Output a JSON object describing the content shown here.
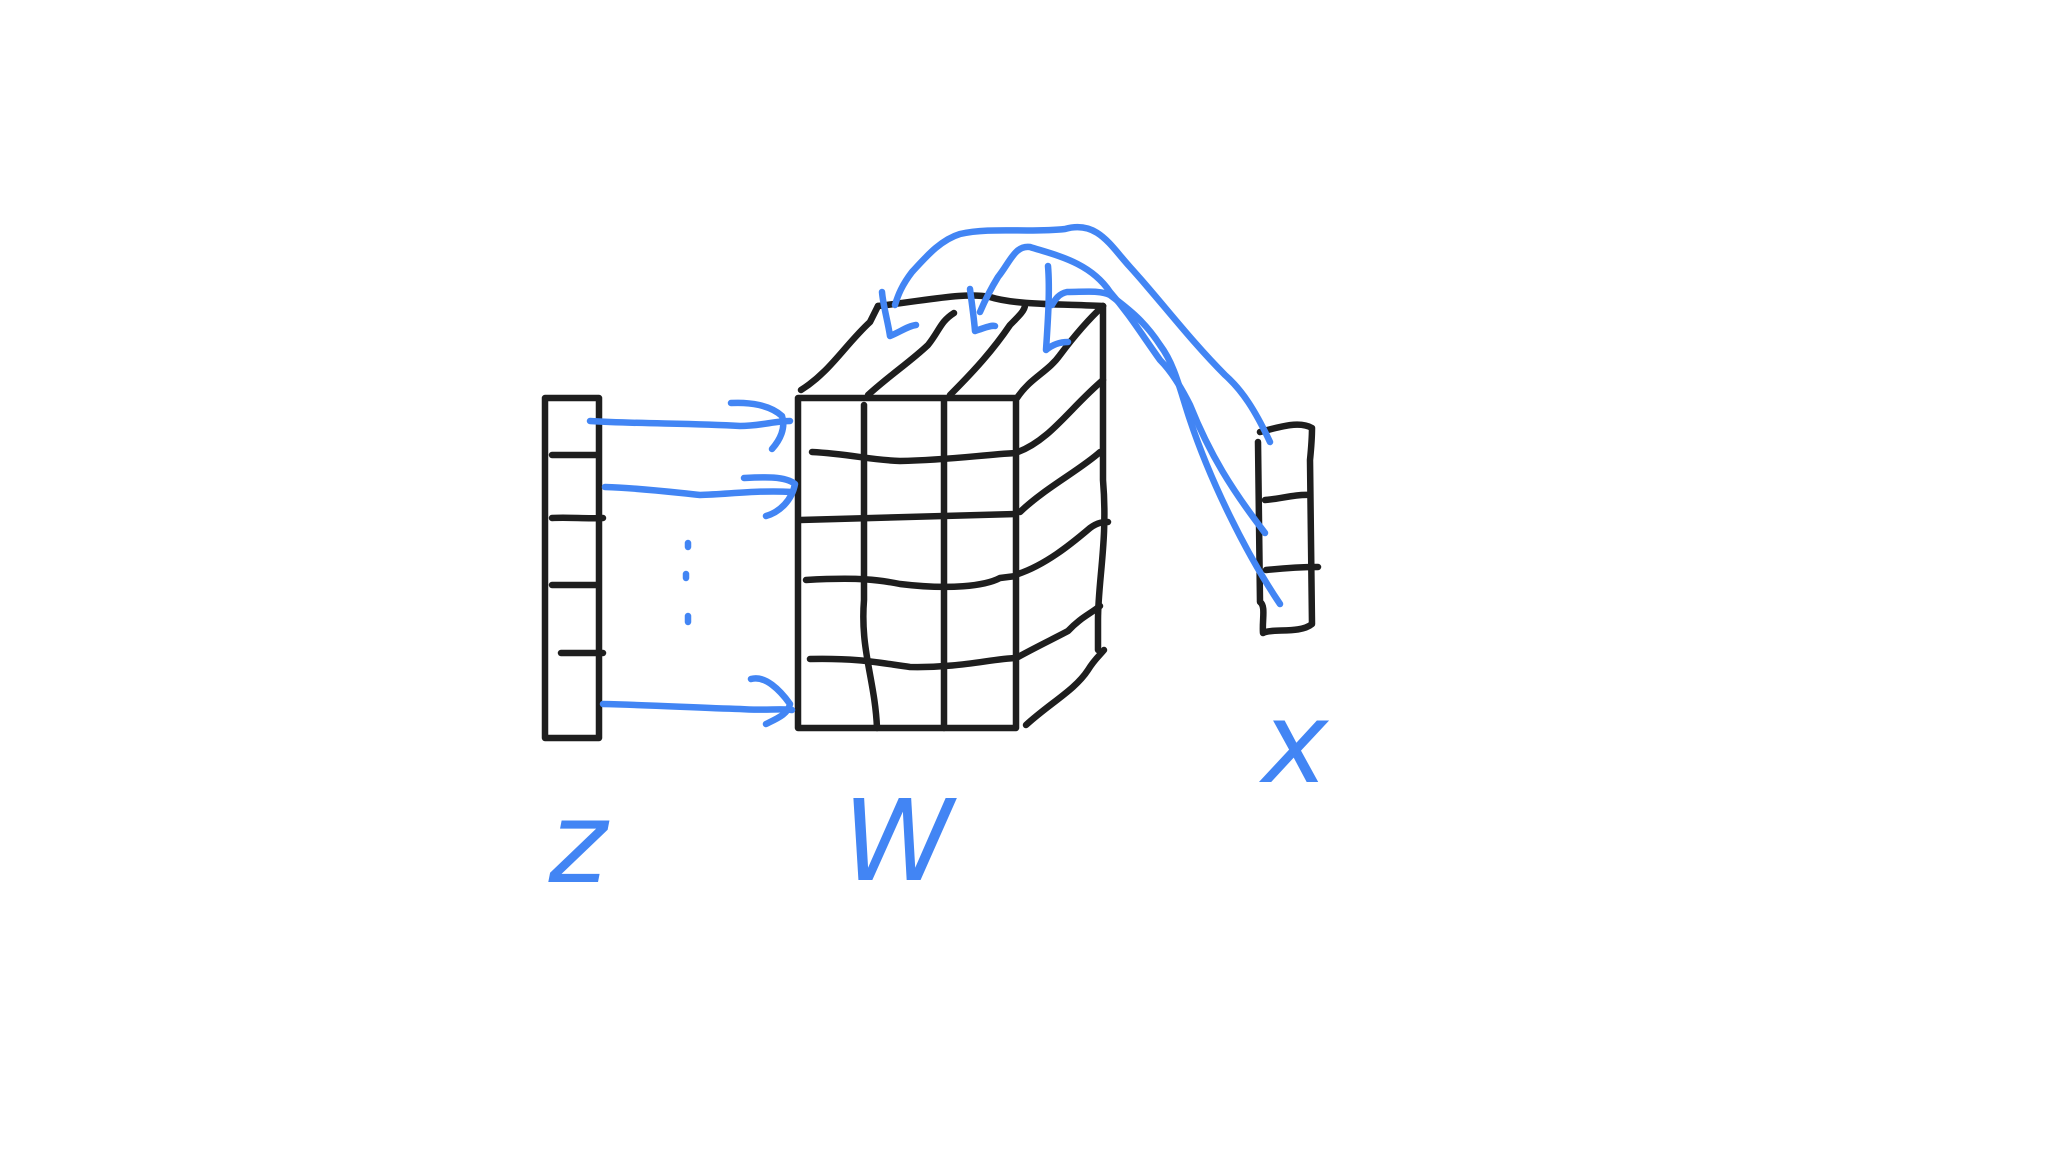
{
  "labels": {
    "z": "z",
    "w": "W",
    "x": "x"
  },
  "colors": {
    "ink": "#1e1e1e",
    "accent": "#4285f4",
    "background": "#ffffff"
  }
}
